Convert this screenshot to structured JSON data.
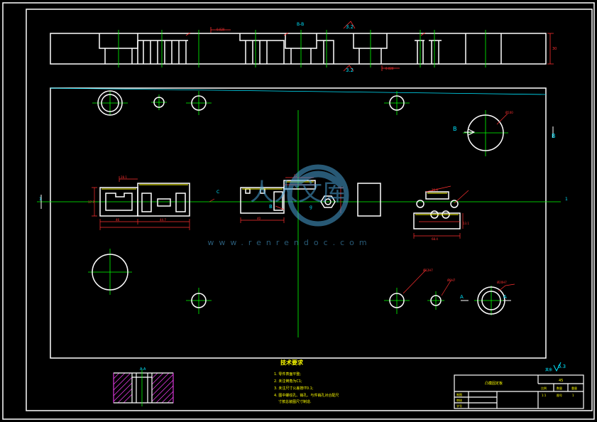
{
  "colors": {
    "background": "#000000",
    "outline": "#ffffff",
    "center_line": "#00ff00",
    "dimension": "#ff3030",
    "text_yellow": "#ffff00",
    "hatch": "#ff00ff",
    "watermark": "#4aa3d6"
  },
  "top_view": {
    "section_label": "B-B",
    "roughness_1": "3.2",
    "roughness_2": "3.2",
    "tolerance_1": "0.020",
    "tolerance_2": "0.020",
    "height_dim": "30"
  },
  "plan_view": {
    "arrow_b_left": "B",
    "arrow_b_right": "B",
    "arrow_a_left": "A",
    "arrow_a_right": "A",
    "axis_left": "1",
    "axis_right": "1",
    "label_c": "C",
    "label_b": "B",
    "label_g": "g",
    "dims": {
      "d_big_circle": "Ø100",
      "d_pin_hole_1": "Ø12H7",
      "d_pin_hole_2": "Ø8H7",
      "d_pin_hole_3": "Ø20H7",
      "w_left_1": "28.1",
      "w_left_2": "46",
      "w_left_3": "44.7",
      "w_mid_1": "40",
      "w_mid_2": "52",
      "w_right_1": "29.6",
      "w_right_2": "68.4",
      "h_left": "17.7",
      "h_right": "13.1"
    }
  },
  "section_a": {
    "label": "A-A"
  },
  "tech_requirements": {
    "title": "技术要求",
    "items": [
      "1. 零件表面平整;",
      "2. 未注倒角为C1;",
      "3. 未注尺寸公差按IT0.1;",
      "4. 图中螺纹孔、销孔、与件销孔对合配尺",
      "寸按总装图尺寸制造."
    ]
  },
  "roughness_general": "6.3",
  "roughness_general_label": "其余",
  "title_block": {
    "part_name": "凸模固定板",
    "scale_value": "1:1",
    "material": "45",
    "labels": [
      "制图",
      "审核",
      "学号"
    ],
    "col_labels": [
      "比例",
      "数量",
      "重量"
    ],
    "row_values": [
      "图号",
      "1"
    ]
  },
  "watermark": {
    "text": "人人文库",
    "url": "www.renrendoc.com"
  }
}
